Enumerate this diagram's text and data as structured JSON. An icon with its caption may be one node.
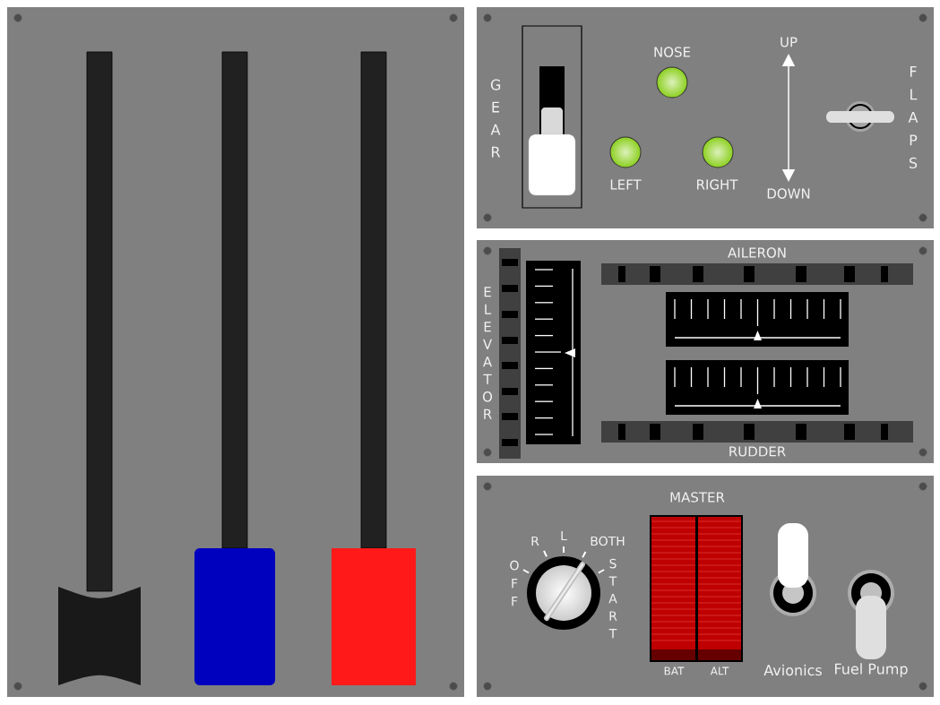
{
  "diagram": {
    "labels": [
      "GEAR",
      "NOSE",
      "UP",
      "FLAPS",
      "LEFT",
      "RIGHT",
      "DOWN",
      "AILERON",
      "ELEVATOR",
      "RUDDER",
      "MASTER",
      "R",
      "L",
      "BOTH",
      "OFF",
      "START",
      "BAT",
      "ALT",
      "Avionics",
      "Fuel Pump"
    ]
  }
}
